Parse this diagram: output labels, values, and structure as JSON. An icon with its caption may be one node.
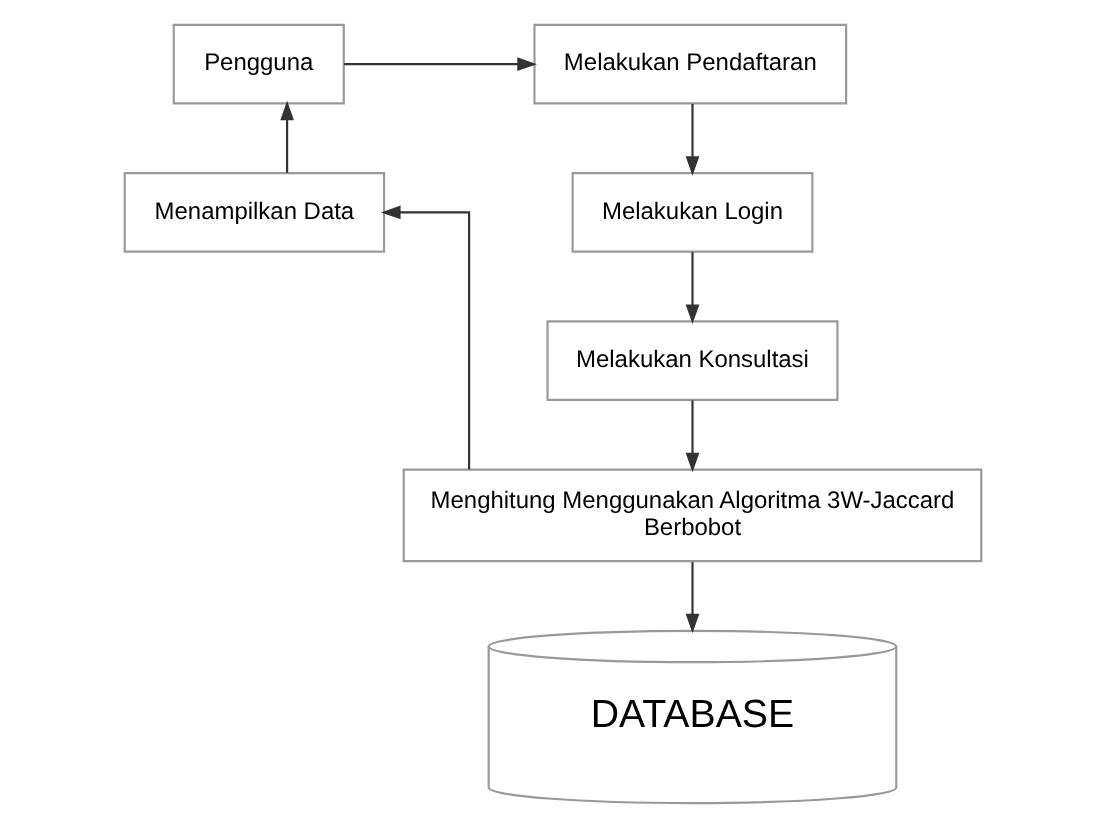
{
  "diagram": {
    "nodes": [
      {
        "text": [
          "Pengguna"
        ]
      },
      {
        "text": [
          "Melakukan Pendaftaran"
        ]
      },
      {
        "text": [
          "Melakukan Login"
        ]
      },
      {
        "text": [
          "Melakukan Konsultasi"
        ]
      },
      {
        "text": [
          "Menghitung Menggunakan Algoritma 3W-Jaccard Berbobot"
        ]
      },
      {
        "text": [
          "DATABASE"
        ]
      },
      {
        "text": [
          "Menampilkan Data"
        ]
      }
    ],
    "edges": [
      {
        "from": 0,
        "to": 1,
        "arrow": "to"
      },
      {
        "from": 1,
        "to": 2,
        "arrow": "to"
      },
      {
        "from": 2,
        "to": 3,
        "arrow": "to"
      },
      {
        "from": 3,
        "to": 4,
        "arrow": "to"
      },
      {
        "from": 4,
        "to": 5,
        "arrow": "to"
      },
      {
        "from": 4,
        "to": 6,
        "arrow": "to"
      },
      {
        "from": 6,
        "to": 0,
        "arrow": "to"
      }
    ]
  }
}
